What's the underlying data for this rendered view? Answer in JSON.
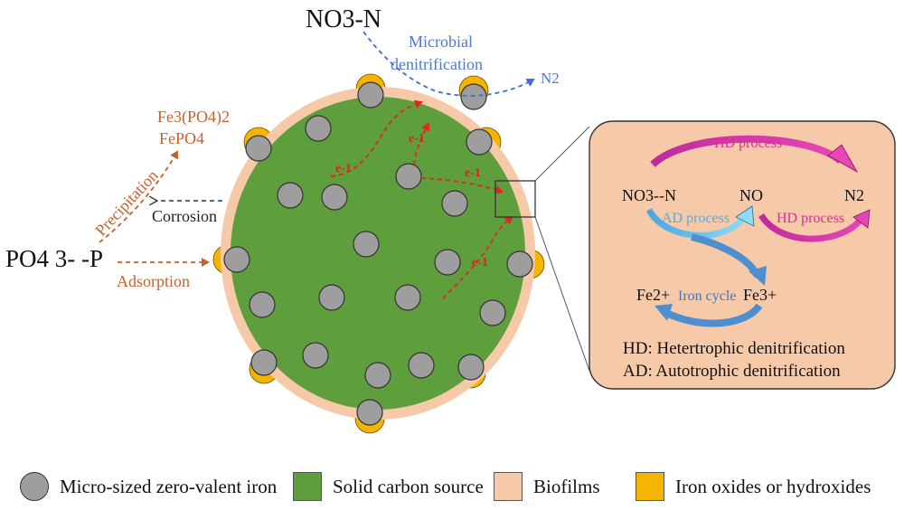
{
  "labels": {
    "nitrate_top": "NO3-N",
    "microbial": "Microbial",
    "denitrification": "denitrification",
    "n2_top": "N2",
    "fe3po42": "Fe3(PO4)2",
    "fepo4": "FePO4",
    "precipitation": "Precipitation",
    "corrosion": "Corrosion",
    "phosphate": "PO4 3- -P",
    "adsorption": "Adsorption",
    "electron": "e-1"
  },
  "inset": {
    "hd_process_top": "HD process",
    "nitrate": "NO3--N",
    "no": "NO",
    "n2": "N2",
    "ad_process": "AD process",
    "hd_process_right": "HD process",
    "fe2": "Fe2+",
    "iron_cycle": "Iron cycle",
    "fe3": "Fe3+",
    "hd_def": "HD: Hetertrophic denitrification",
    "ad_def": "AD: Autotrophic denitrification"
  },
  "legend": [
    {
      "label": "Micro-sized zero-valent iron",
      "color": "#9e9e9e",
      "shape": "circle"
    },
    {
      "label": "Solid carbon source",
      "color": "#5e9e3c",
      "shape": "square"
    },
    {
      "label": "Biofilms",
      "color": "#f6c9a9",
      "shape": "square"
    },
    {
      "label": "Iron oxides or hydroxides",
      "color": "#f4b400",
      "shape": "square"
    }
  ],
  "colors": {
    "carbon": "#5e9e3c",
    "biofilm": "#f6c9a9",
    "iron": "#9e9e9e",
    "oxide": "#f4b400",
    "electron_arrow": "#e8231f",
    "denitrification_arrow": "#3a6fd8",
    "phosphate_arrow": "#c9602a",
    "hd_arrow": "#d6249a",
    "ad_arrow": "#5ab8e6",
    "iron_cycle_arrow": "#4f8fd0"
  }
}
